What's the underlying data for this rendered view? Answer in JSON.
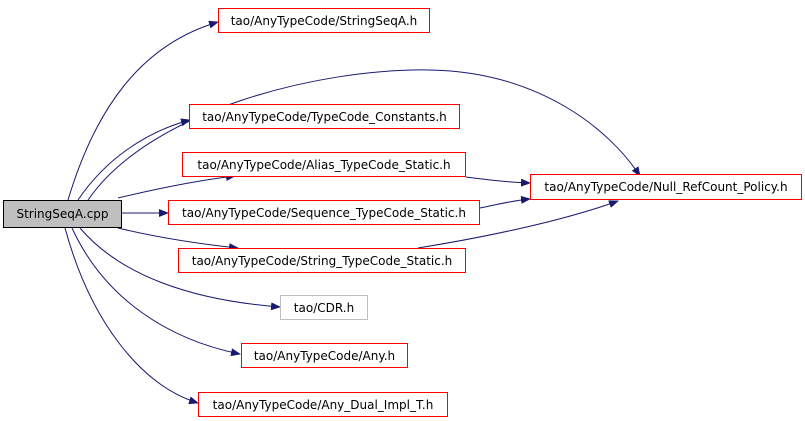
{
  "colors": {
    "edge": "#191970",
    "node_border": "#ff0000",
    "external_border": "#bfbfbf",
    "root_fill": "#bfbfbf"
  },
  "nodes": {
    "root": "StringSeqA.cpp",
    "stringseqa_h": "tao/AnyTypeCode/StringSeqA.h",
    "typecode_constants": "tao/AnyTypeCode/TypeCode_Constants.h",
    "alias_typecode": "tao/AnyTypeCode/Alias_TypeCode_Static.h",
    "sequence_typecode": "tao/AnyTypeCode/Sequence_TypeCode_Static.h",
    "string_typecode": "tao/AnyTypeCode/String_TypeCode_Static.h",
    "cdr": "tao/CDR.h",
    "any": "tao/AnyTypeCode/Any.h",
    "any_dual_impl": "tao/AnyTypeCode/Any_Dual_Impl_T.h",
    "null_refcount": "tao/AnyTypeCode/Null_RefCount_Policy.h"
  }
}
